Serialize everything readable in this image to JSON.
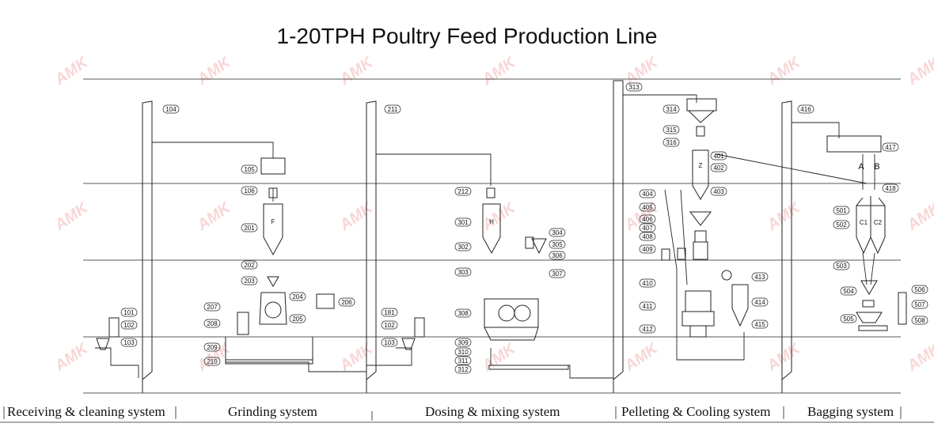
{
  "title": "1-20TPH Poultry Feed Production Line",
  "watermark": "AMK",
  "sections": [
    "Receiving & cleaning system",
    "Grinding system",
    "Dosing & mixing system",
    "Pelleting & Cooling system",
    "Bagging system"
  ],
  "labels": {
    "l104": "104",
    "l105": "105",
    "l106": "106",
    "l201": "201",
    "l202": "202",
    "l203": "203",
    "l204": "204",
    "l205": "205",
    "l206": "206",
    "l207": "207",
    "l208": "208",
    "l209": "209",
    "l210": "210",
    "l101": "101",
    "l102": "102",
    "l103": "103",
    "l211": "211",
    "l212": "212",
    "l301": "301",
    "l302": "302",
    "l303": "303",
    "l304": "304",
    "l305": "305",
    "l306": "306",
    "l307": "307",
    "l181": "181",
    "l102b": "102",
    "l103b": "103",
    "l308": "308",
    "l309": "309",
    "l310": "310",
    "l311": "311",
    "l312": "312",
    "l313": "313",
    "l314": "314",
    "l315": "315",
    "l316": "316",
    "l401": "401",
    "l402": "402",
    "l403": "403",
    "l404": "404",
    "l405": "405",
    "l406": "406",
    "l407": "407",
    "l408": "408",
    "l409": "409",
    "l410": "410",
    "l411": "411",
    "l412": "412",
    "l413": "413",
    "l414": "414",
    "l415": "415",
    "l416": "416",
    "l417": "417",
    "l418": "418",
    "l501": "501",
    "l502": "502",
    "l503": "503",
    "l504": "504",
    "l505": "505",
    "l506": "506",
    "l507": "507",
    "l508": "508"
  },
  "bin_letters": {
    "F": "F",
    "H": "H",
    "Z": "Z",
    "C1": "C1",
    "C2": "C2",
    "A": "A",
    "B": "B"
  }
}
